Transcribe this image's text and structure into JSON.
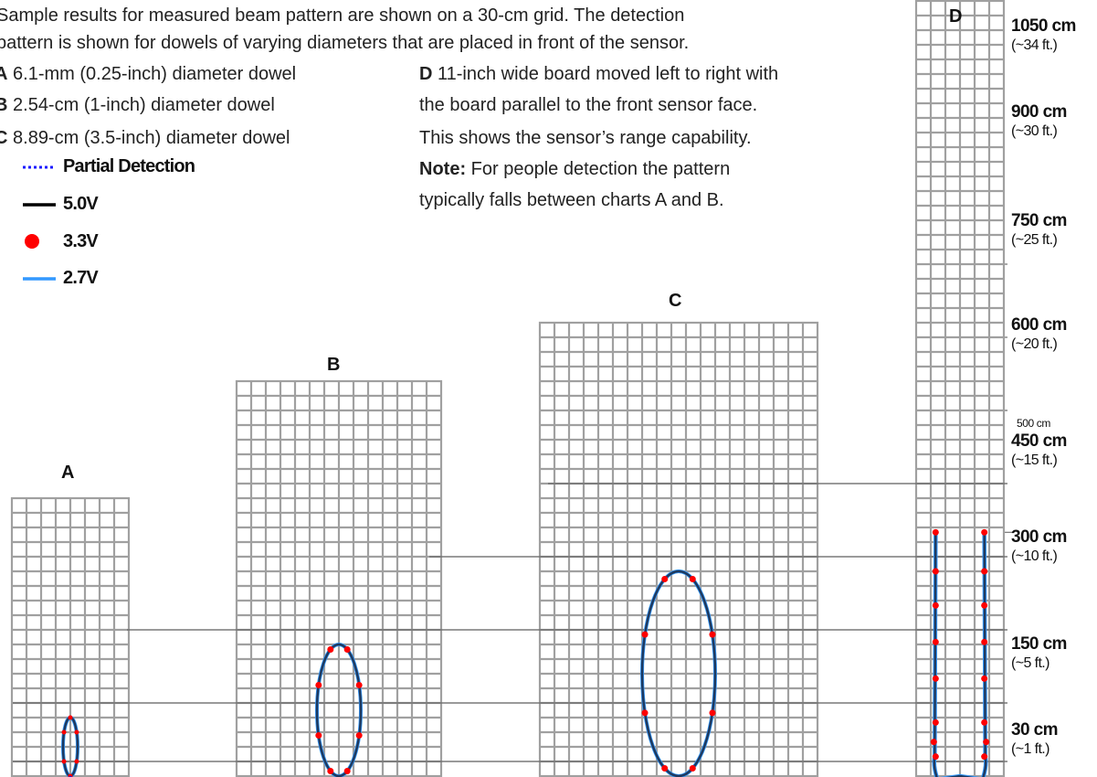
{
  "intro": {
    "line1": "Sample results for measured beam pattern are shown on a 30-cm grid. The detection",
    "line2": "pattern is shown for dowels of varying diameters that are placed in front of the sensor."
  },
  "descriptions": {
    "a": {
      "letter": "A",
      "text": " 6.1-mm (0.25-inch) diameter dowel"
    },
    "b": {
      "letter": "B",
      "text": " 2.54-cm (1-inch) diameter dowel"
    },
    "c": {
      "letter": "C",
      "text": " 8.89-cm (3.5-inch) diameter dowel"
    },
    "d": {
      "letter": "D",
      "line1": " 11-inch wide board moved left to right with",
      "line2": "the board parallel to the front sensor face.",
      "line3": "This shows the sensor’s range capability."
    },
    "note": {
      "label": "Note:",
      "line1": " For people detection the pattern",
      "line2": "typically falls between charts A and B."
    }
  },
  "legend": [
    {
      "label": "Partial Detection",
      "marker": "dotted-line",
      "color": "#1a1aff"
    },
    {
      "label": "5.0V",
      "marker": "solid-line",
      "color": "#000000"
    },
    {
      "label": "3.3V",
      "marker": "dot",
      "color": "#ff0000"
    },
    {
      "label": "2.7V",
      "marker": "solid-line",
      "color": "#3399ff"
    }
  ],
  "grid": {
    "cell_cm": 30,
    "line_color": "#a0a0a0"
  },
  "charts": [
    {
      "label": "A",
      "cols": 8,
      "rows": 19,
      "pattern": {
        "center_cm": 0,
        "half_width_cm": 15,
        "min_cm": 0,
        "max_cm": 120
      }
    },
    {
      "label": "B",
      "cols": 14,
      "rows": 27,
      "pattern": {
        "center_cm": 0,
        "half_width_cm": 45,
        "min_cm": 0,
        "max_cm": 270
      }
    },
    {
      "label": "C",
      "cols": 19,
      "rows": 31,
      "pattern": {
        "center_cm": 0,
        "half_width_cm": 75,
        "min_cm": 0,
        "max_cm": 420
      }
    },
    {
      "label": "D",
      "cols": 6,
      "rows": 53,
      "pattern": {
        "beam_width_cm": 100,
        "min_cm": 0,
        "max_cm": 500
      }
    }
  ],
  "distances": [
    {
      "cm": "1050 cm",
      "ft": "(~34 ft.)"
    },
    {
      "cm": "900 cm",
      "ft": "(~30 ft.)"
    },
    {
      "cm": "750 cm",
      "ft": "(~25 ft.)"
    },
    {
      "cm": "600 cm",
      "ft": "(~20 ft.)"
    },
    {
      "cm": "450 cm",
      "ft": "(~15 ft.)"
    },
    {
      "cm": "300 cm",
      "ft": "(~10 ft.)"
    },
    {
      "cm": "150 cm",
      "ft": "(~5 ft.)"
    },
    {
      "cm": "30 cm",
      "ft": "(~1 ft.)"
    }
  ],
  "marker_500": "500 cm"
}
